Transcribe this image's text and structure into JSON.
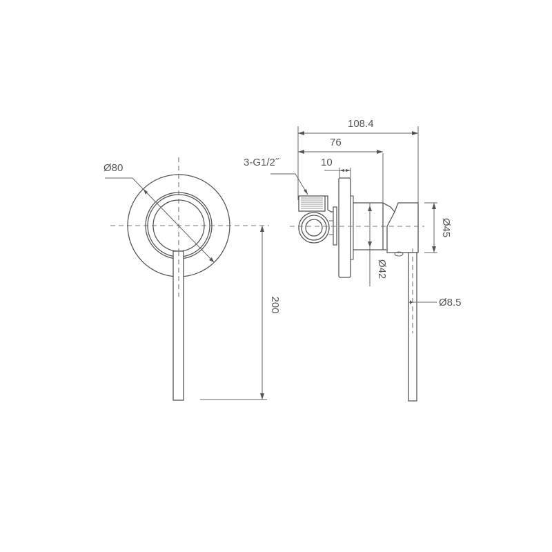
{
  "drawing": {
    "type": "technical-drawing",
    "subject": "wall-mounted mixer (front and side views)",
    "line_color": "#555555",
    "background": "#ffffff"
  },
  "front_view": {
    "diameter_label": "Ø80",
    "height_label": "200"
  },
  "side_view": {
    "overall_depth_label": "108.4",
    "body_depth_label": "76",
    "plate_thickness_label": "10",
    "thread_label": "3-G1/2˝",
    "handle_diameter_label": "Ø45",
    "body_diameter_label": "Ø42",
    "lever_diameter_label": "Ø8.5"
  }
}
